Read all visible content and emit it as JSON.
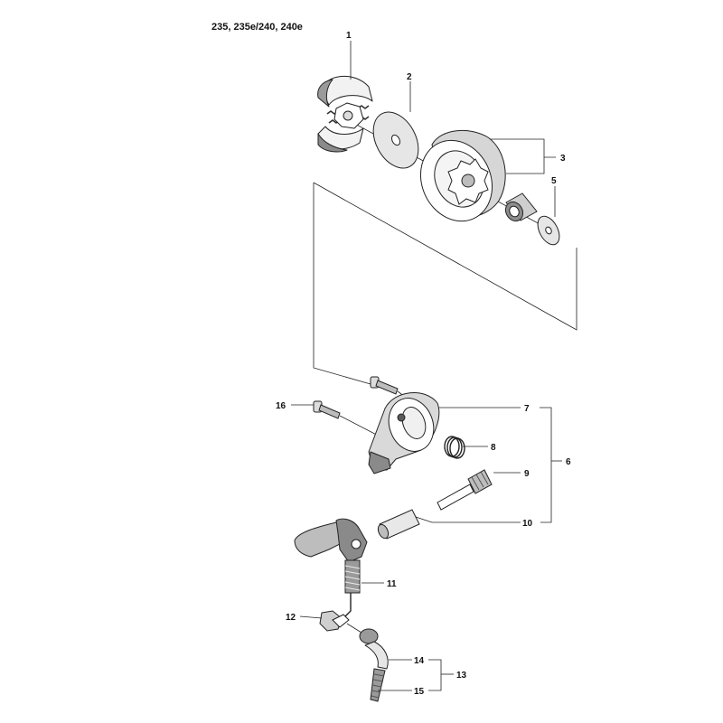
{
  "header": {
    "models": "235, 235e/240, 240e"
  },
  "callouts": [
    {
      "id": "1",
      "label": "1"
    },
    {
      "id": "2",
      "label": "2"
    },
    {
      "id": "3",
      "label": "3"
    },
    {
      "id": "5",
      "label": "5"
    },
    {
      "id": "6",
      "label": "6"
    },
    {
      "id": "7",
      "label": "7"
    },
    {
      "id": "8",
      "label": "8"
    },
    {
      "id": "9",
      "label": "9"
    },
    {
      "id": "10",
      "label": "10"
    },
    {
      "id": "11",
      "label": "11"
    },
    {
      "id": "12",
      "label": "12"
    },
    {
      "id": "13",
      "label": "13"
    },
    {
      "id": "14",
      "label": "14"
    },
    {
      "id": "15",
      "label": "15"
    },
    {
      "id": "16",
      "label": "16"
    }
  ],
  "colors": {
    "line": "#222222",
    "part_fill": "#ffffff",
    "part_shade": "#bdbdbd",
    "part_dark": "#6f6f6f"
  }
}
